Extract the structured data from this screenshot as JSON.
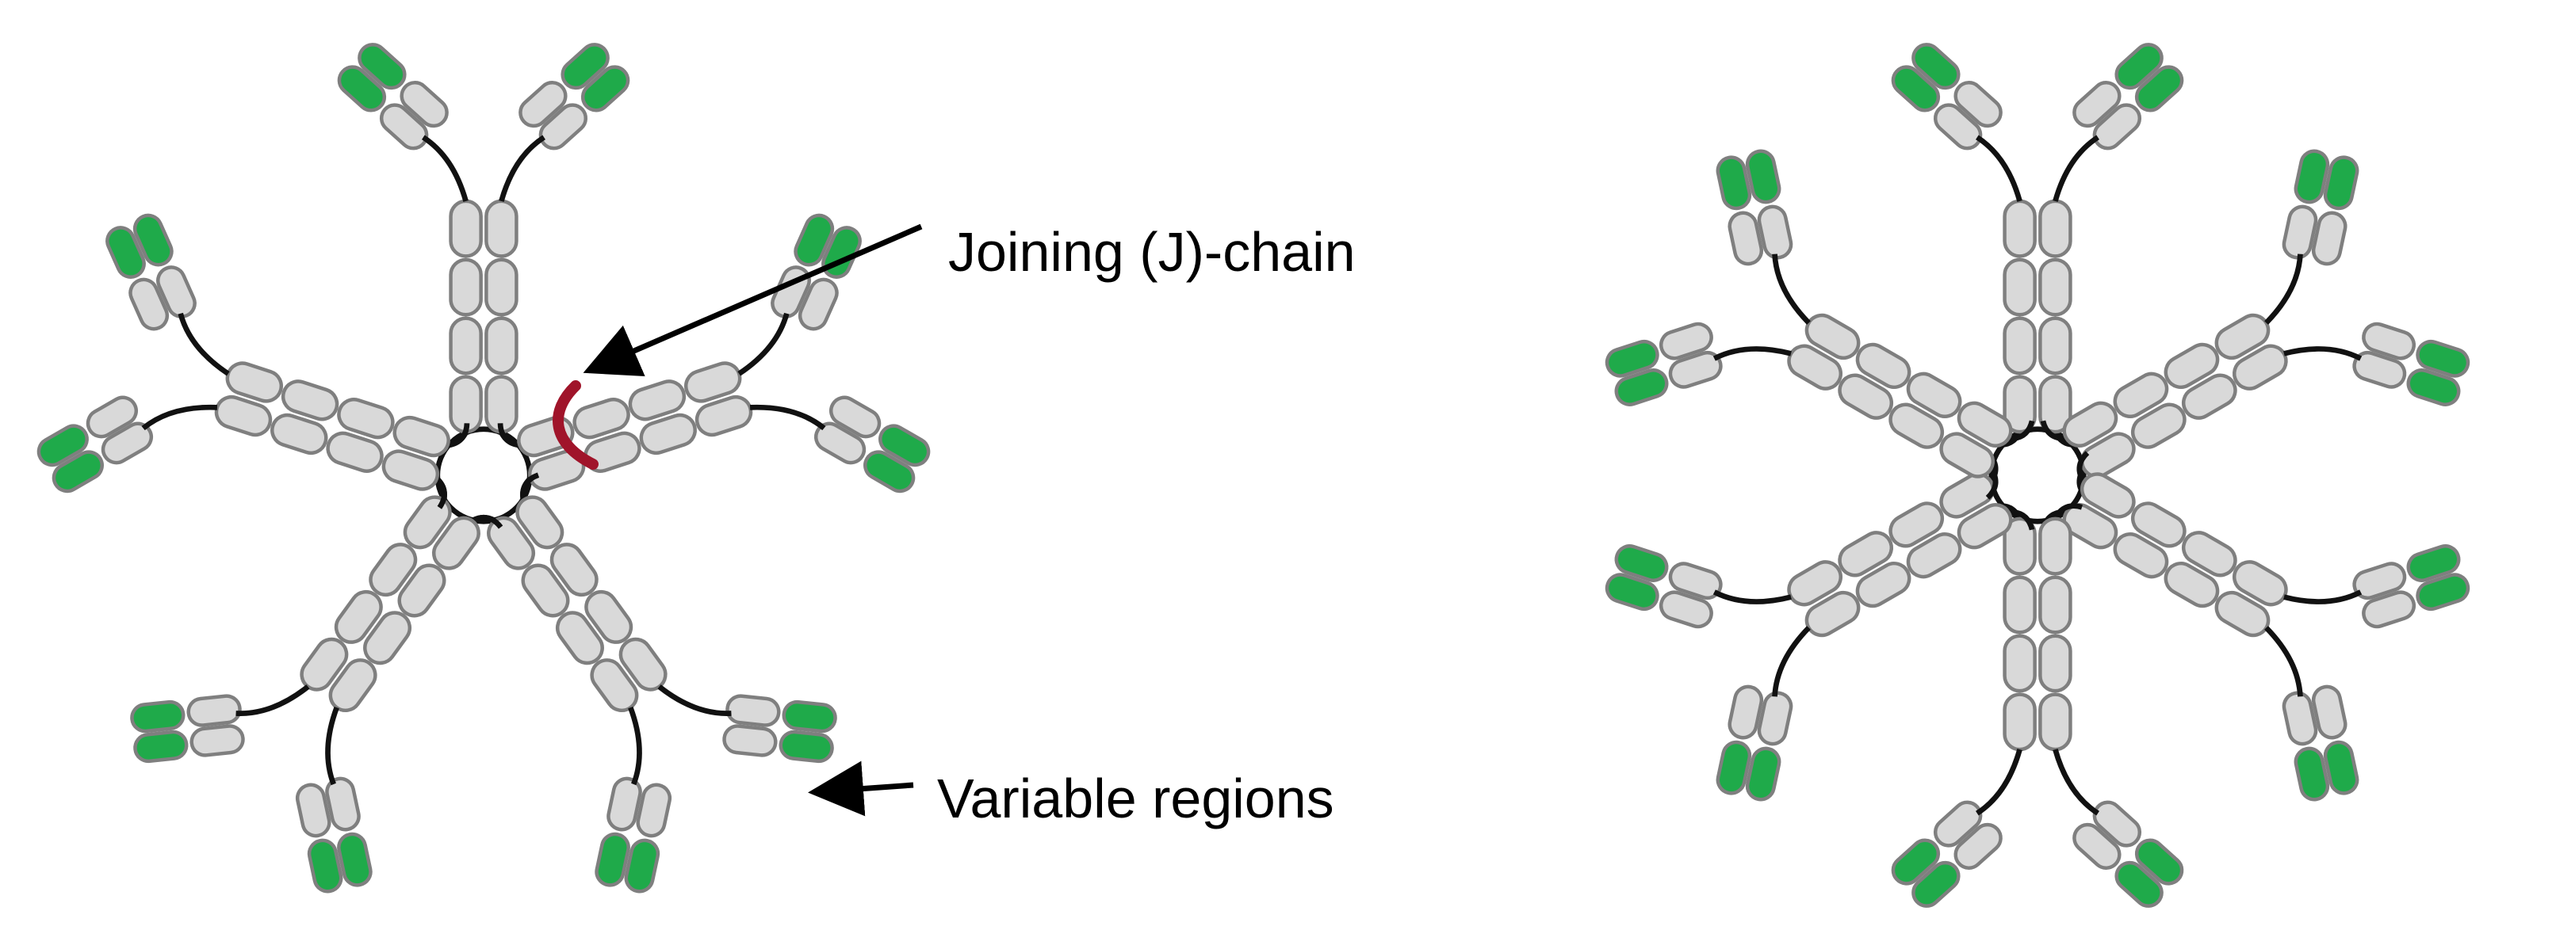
{
  "labels": {
    "j_chain": "Joining (J)-chain",
    "variable": "Variable regions"
  },
  "diagrams": [
    {
      "id": "pentamer-with-j-chain",
      "arms": 5,
      "has_j_chain": true
    },
    {
      "id": "hexamer-without-j-chain",
      "arms": 6,
      "has_j_chain": false
    }
  ],
  "colors": {
    "constant_domain": "#d9d9d9",
    "variable_domain": "#1faa4a",
    "domain_outline": "#7f7f7f",
    "linker": "#111111",
    "j_chain": "#a0142a",
    "text": "#000000"
  }
}
